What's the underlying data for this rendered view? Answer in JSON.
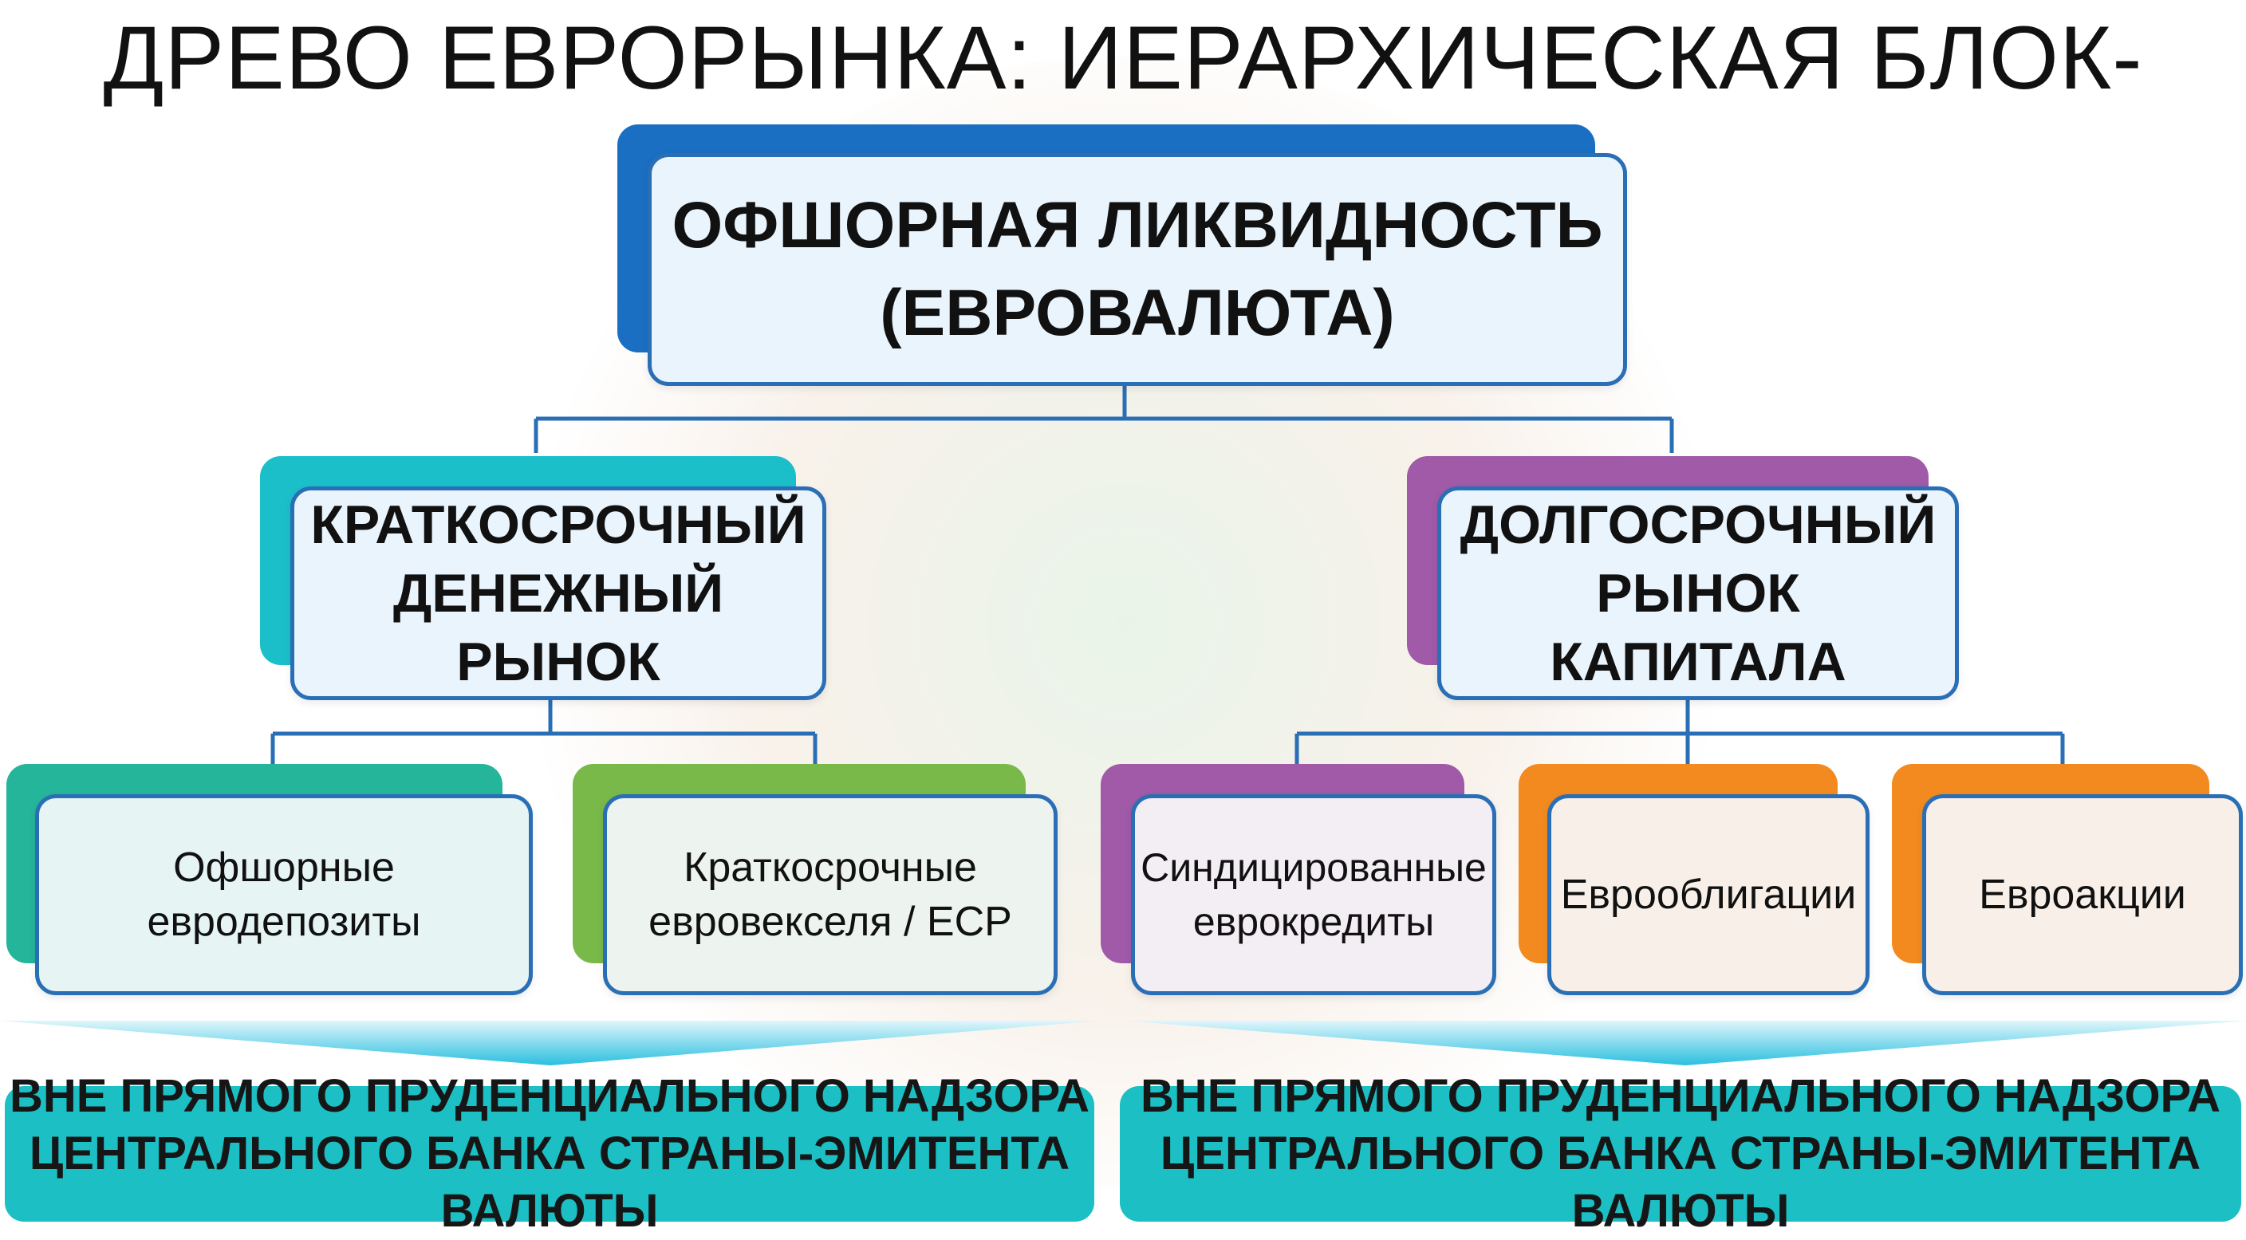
{
  "title": "ДРЕВО ЕВРОРЫНКА: ИЕРАРХИЧЕСКАЯ БЛОК-СХЕМА",
  "root": {
    "line1": "ОФШОРНАЯ ЛИКВИДНОСТЬ",
    "line2": "(ЕВРОВАЛЮТА)"
  },
  "short_term": {
    "line1": "КРАТКОСРОЧНЫЙ",
    "line2": "ДЕНЕЖНЫЙ РЫНОК"
  },
  "long_term": {
    "line1": "ДОЛГОСРОЧНЫЙ",
    "line2": "РЫНОК КАПИТАЛА"
  },
  "leaves": {
    "eurodeposits": {
      "line1": "Офшорные",
      "line2": "евродепозиты"
    },
    "ecp": {
      "line1": "Краткосрочные",
      "line2": "евровекселя / ECP"
    },
    "syndicated": {
      "line1": "Синдицированные",
      "line2": "еврокредиты"
    },
    "eurobonds": {
      "label": "Еврооблигации"
    },
    "euroequities": {
      "label": "Евроакции"
    }
  },
  "bands": {
    "left": {
      "line1": "ВНЕ ПРЯМОГО ПРУДЕНЦИАЛЬНОГО НАДЗОРА",
      "line2": "ЦЕНТРАЛЬНОГО БАНКА СТРАНЫ-ЭМИТЕНТА ВАЛЮТЫ"
    },
    "right": {
      "line1": "ВНЕ ПРЯМОГО ПРУДЕНЦИАЛЬНОГО НАДЗОРА",
      "line2": "ЦЕНТРАЛЬНОГО БАНКА СТРАНЫ-ЭМИТЕНТА ВАЛЮТЫ"
    }
  },
  "colors": {
    "border": "#2a6fb5",
    "root_accent": "#1a6fc2",
    "short_accent": "#1bbfc9",
    "long_accent": "#a05aa8",
    "deposit_accent": "#25b59a",
    "ecp_accent": "#79b94a",
    "syndicated_accent": "#a05aa8",
    "orange_accent": "#f28a1f",
    "band": "#1bbfc4"
  }
}
